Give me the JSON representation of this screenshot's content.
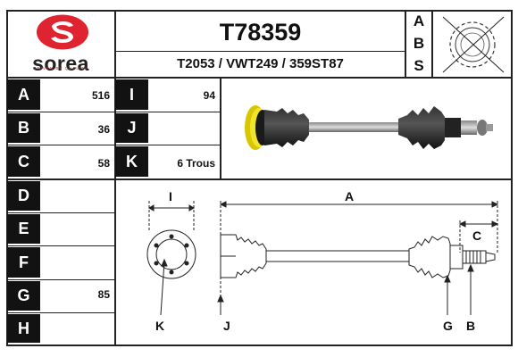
{
  "brand": {
    "name": "sorea",
    "tagline": "DRIVEN BY QUALITY",
    "color": "#e02331"
  },
  "part_number": "T78359",
  "cross_refs": "T2053 / VWT249 / 359ST87",
  "abs_letters": [
    "A",
    "B",
    "S"
  ],
  "specs_left": [
    {
      "label": "A",
      "value": "516"
    },
    {
      "label": "B",
      "value": "36"
    },
    {
      "label": "C",
      "value": "58"
    },
    {
      "label": "D",
      "value": ""
    },
    {
      "label": "E",
      "value": ""
    },
    {
      "label": "F",
      "value": ""
    },
    {
      "label": "G",
      "value": "85"
    },
    {
      "label": "H",
      "value": ""
    }
  ],
  "specs_right": [
    {
      "label": "I",
      "value": "94"
    },
    {
      "label": "J",
      "value": ""
    },
    {
      "label": "K",
      "value": "6 Trous"
    }
  ],
  "diagram_labels": {
    "a": "A",
    "b": "B",
    "c": "C",
    "g": "G",
    "i": "I",
    "j": "J",
    "k": "K"
  }
}
